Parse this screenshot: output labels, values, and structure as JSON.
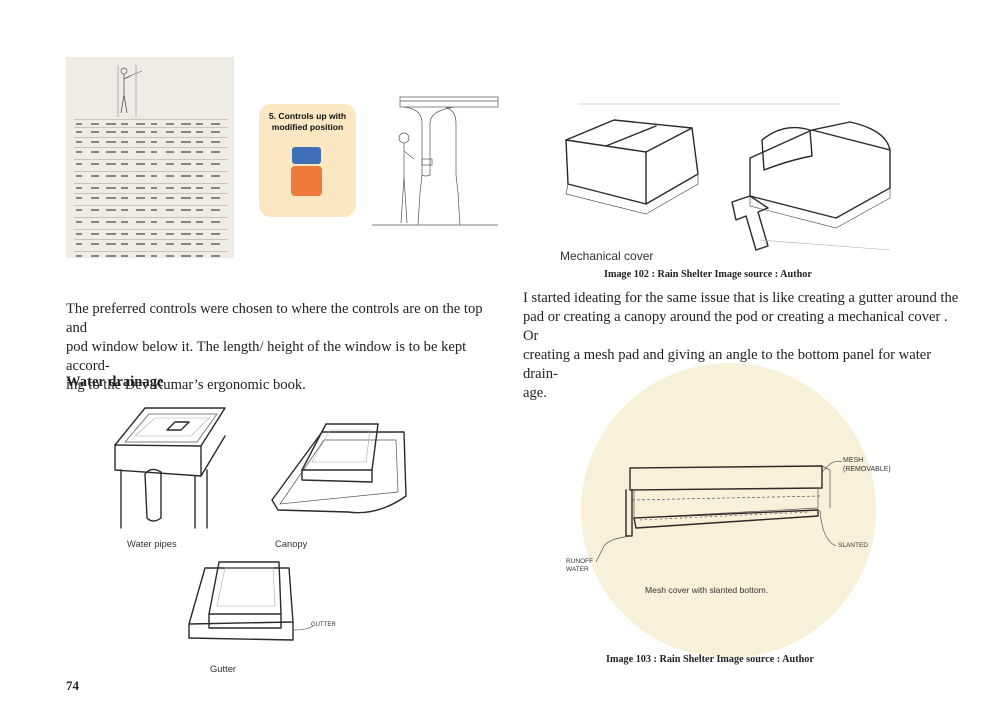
{
  "page_number": "74",
  "left": {
    "controls_card_title": "5. Controls up with modified position",
    "paragraph": "The preferred controls were chosen to where the controls are on the top and pod window below it. The length/ height of the window is to be kept according to the Dev Kumar’s ergonomic book.",
    "paragraph_lines": [
      "The preferred controls were chosen to where the controls are on the top and",
      "pod window below it. The length/ height of the window is to be kept accord-",
      "ing to the Dev Kumar’s ergonomic book."
    ],
    "section_heading": "Water drainage",
    "sketch_labels": {
      "water_pipes": "Water pipes",
      "canopy": "Canopy",
      "gutter": "Gutter",
      "gutter_annotation": "GUTTER"
    }
  },
  "right": {
    "sketch1_label": "Mechanical cover",
    "caption1": "Image 102  : Rain Shelter   Image source : Author",
    "paragraph_lines": [
      "I started ideating for the same issue that is like creating a gutter around the",
      "pad or creating  a canopy around the pod or creating a mechanical cover . Or",
      "creating a mesh pad and giving an angle to the bottom panel for water drain-",
      "age."
    ],
    "mesh_sketch": {
      "label": "Mesh cover with slanted bottom.",
      "annotation_mesh": "MESH",
      "annotation_removable": "(REMOVABLE)",
      "annotation_slanted": "SLANTED",
      "annotation_runoff_1": "RUNOFF",
      "annotation_runoff_2": "WATER"
    },
    "caption2": "Image 103  : Rain Shelter   Image source : Author"
  },
  "colors": {
    "controls_card_bg": "#fbe7c2",
    "control_blue": "#3f6fb6",
    "control_orange": "#ee7b3c",
    "circle_bg": "#f8f1d9"
  }
}
